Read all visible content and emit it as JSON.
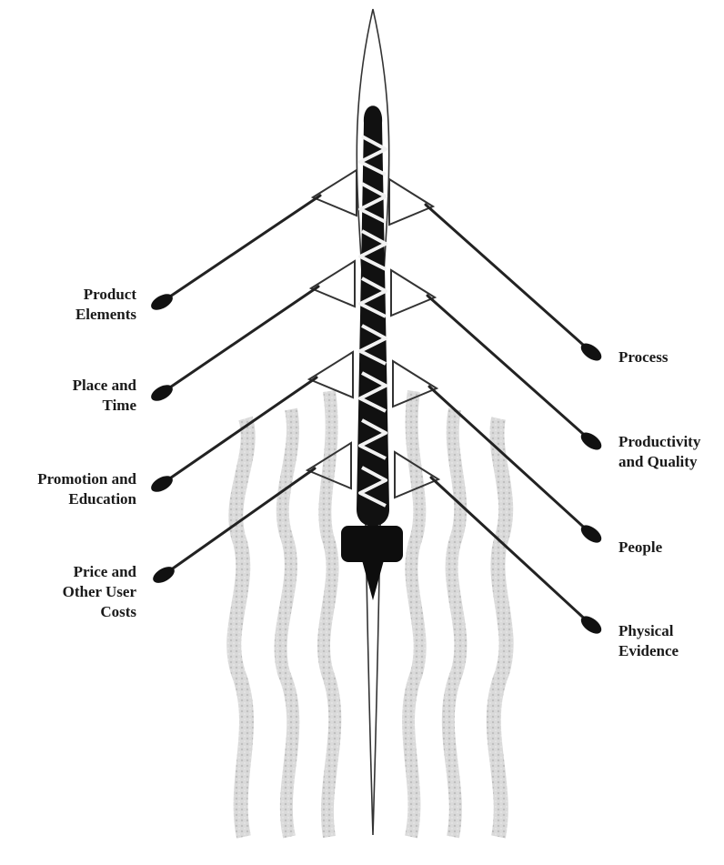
{
  "diagram": {
    "left_labels": [
      {
        "lines": [
          "Product",
          "Elements"
        ]
      },
      {
        "lines": [
          "Place and",
          "Time"
        ]
      },
      {
        "lines": [
          "Promotion and",
          "Education"
        ]
      },
      {
        "lines": [
          "Price and",
          "Other User",
          "Costs"
        ]
      }
    ],
    "right_labels": [
      {
        "lines": [
          "Process"
        ]
      },
      {
        "lines": [
          "Productivity",
          "and Quality"
        ]
      },
      {
        "lines": [
          "People"
        ]
      },
      {
        "lines": [
          "Physical",
          "Evidence"
        ]
      }
    ],
    "colors": {
      "hull": "#111111",
      "oar": "#222222",
      "wake": "#c8c8c8",
      "outline": "#333333"
    }
  }
}
